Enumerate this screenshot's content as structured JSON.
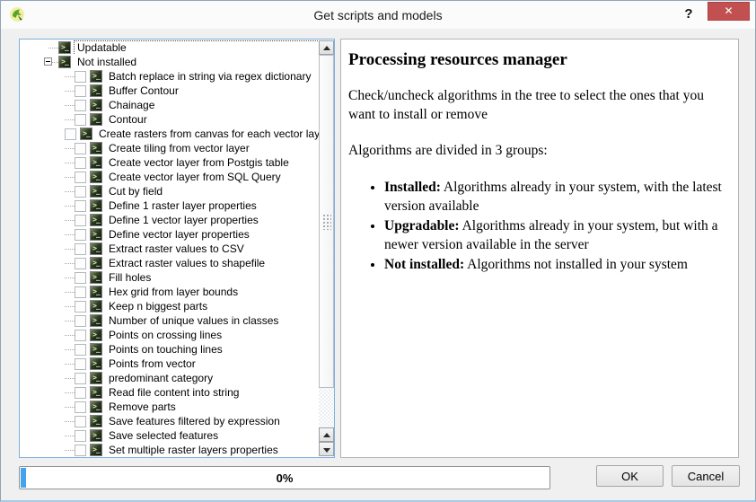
{
  "window": {
    "title": "Get scripts and models",
    "help_glyph": "?",
    "close_glyph": "✕"
  },
  "tree": {
    "groups": [
      {
        "label": "Updatable",
        "expanded": false,
        "focused": true,
        "children": []
      },
      {
        "label": "Not installed",
        "expanded": true,
        "focused": false,
        "children": [
          {
            "label": "Batch replace in string via regex dictionary",
            "checked": false
          },
          {
            "label": "Buffer Contour",
            "checked": false
          },
          {
            "label": "Chainage",
            "checked": false
          },
          {
            "label": "Contour",
            "checked": false
          },
          {
            "label": "Create rasters from canvas for each vector laye...",
            "checked": false
          },
          {
            "label": "Create tiling from vector layer",
            "checked": false
          },
          {
            "label": "Create vector layer from Postgis table",
            "checked": false
          },
          {
            "label": "Create vector layer from SQL Query",
            "checked": false
          },
          {
            "label": "Cut by field",
            "checked": false
          },
          {
            "label": "Define 1 raster layer properties",
            "checked": false
          },
          {
            "label": "Define 1 vector layer properties",
            "checked": false
          },
          {
            "label": "Define vector layer properties",
            "checked": false
          },
          {
            "label": "Extract raster values to CSV",
            "checked": false
          },
          {
            "label": "Extract raster values to shapefile",
            "checked": false
          },
          {
            "label": "Fill holes",
            "checked": false
          },
          {
            "label": "Hex grid from layer bounds",
            "checked": false
          },
          {
            "label": "Keep n biggest parts",
            "checked": false
          },
          {
            "label": "Number of unique values in classes",
            "checked": false
          },
          {
            "label": "Points on crossing lines",
            "checked": false
          },
          {
            "label": "Points on touching lines",
            "checked": false
          },
          {
            "label": "Points from vector",
            "checked": false
          },
          {
            "label": "predominant category",
            "checked": false
          },
          {
            "label": "Read file content into string",
            "checked": false
          },
          {
            "label": "Remove parts",
            "checked": false
          },
          {
            "label": "Save features filtered by expression",
            "checked": false
          },
          {
            "label": "Save selected features",
            "checked": false
          },
          {
            "label": "Set multiple raster layers properties",
            "checked": false
          }
        ]
      }
    ]
  },
  "panel": {
    "heading": "Processing resources manager",
    "intro": "Check/uncheck algorithms in the tree to select the ones that you want to install or remove",
    "groups_line": "Algorithms are divided in 3 groups:",
    "bullets": [
      {
        "term": "Installed:",
        "text": " Algorithms already in your system, with the latest version available"
      },
      {
        "term": "Upgradable:",
        "text": " Algorithms already in your system, but with a newer version available in the server"
      },
      {
        "term": "Not installed:",
        "text": " Algorithms not installed in your system"
      }
    ]
  },
  "footer": {
    "progress_label": "0%",
    "progress_percent": 0,
    "ok_label": "OK",
    "cancel_label": "Cancel"
  },
  "colors": {
    "accent_blue": "#45a3ec",
    "close_red": "#c35050",
    "tree_border_blue": "#7db0dd"
  }
}
